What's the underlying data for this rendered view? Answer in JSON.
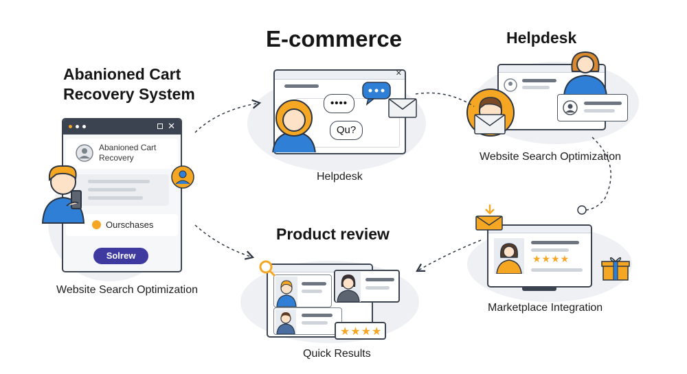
{
  "titles": {
    "abandoned": "Abanioned Cart\nRecovery System",
    "ecommerce": "E-commerce",
    "helpdesk": "Helpdesk",
    "product_review": "Product review"
  },
  "captions": {
    "helpdesk_center": "Helpdesk",
    "website_search_left": "Website Search Optimization",
    "website_search_right": "Website Search Optimization",
    "marketplace": "Marketplace Integration",
    "quick_results": "Quick Results"
  },
  "cart_window": {
    "header_text": "Abanioned Cart\nRecovery",
    "purchases_label": "Ourschases",
    "button_label": "Solrew"
  },
  "chat": {
    "dots_text": "••••",
    "question_text": "Qu?"
  },
  "colors": {
    "accent_orange": "#f5a623",
    "accent_blue": "#2f7fd6",
    "button_purple": "#3f3aa0",
    "star": "#f5a623",
    "outline": "#3b4350"
  },
  "icons": [
    "user-avatar-icon",
    "envelope-icon",
    "chat-bubble-icon",
    "gift-icon",
    "magnifier-icon",
    "star-icon",
    "download-arrow-icon"
  ]
}
